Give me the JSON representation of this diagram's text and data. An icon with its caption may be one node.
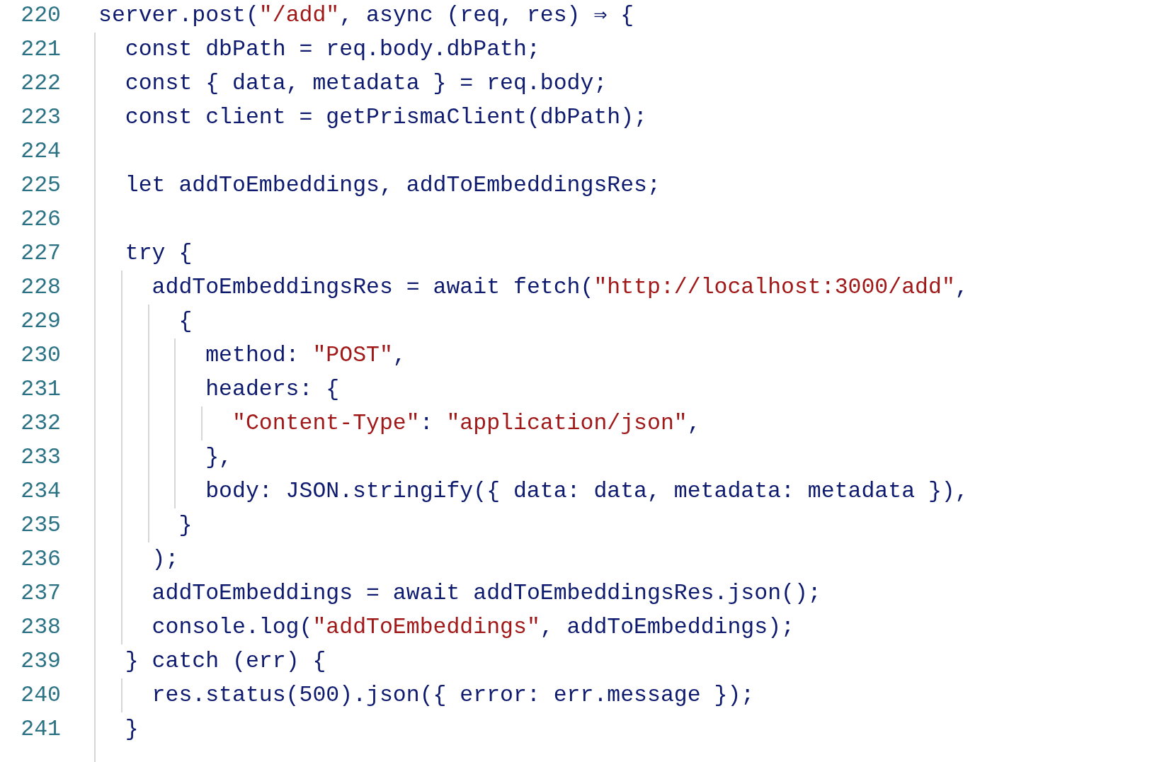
{
  "diagram": {
    "labels": [
      "220",
      "server.post(\"/add\", async (req, res) ⇒ {",
      "221",
      "const dbPath = req.body.dbPath;",
      "222",
      "const { data, metadata } = req.body;",
      "223",
      "const client = getPrismaClient(dbPath);",
      "224",
      "225",
      "let addToEmbeddings, addToEmbeddingsRes;",
      "226",
      "227",
      "try {",
      "228",
      "addToEmbeddingsRes = await fetch(\"http://localhost:3000/add\",",
      "229",
      "{",
      "230",
      "method: \"POST\",",
      "231",
      "headers: {",
      "232",
      "\"Content-Type\": \"application/json\",",
      "233",
      "},",
      "234",
      "body: JSON.stringify({ data: data, metadata: metadata }),",
      "235",
      "}",
      "236",
      ");",
      "237",
      "addToEmbeddings = await addToEmbeddingsRes.json();",
      "238",
      "console.log(\"addToEmbeddings\", addToEmbeddings);",
      "239",
      "} catch (err) {",
      "240",
      "res.status(500).json({ error: err.message });",
      "241",
      "}"
    ]
  }
}
